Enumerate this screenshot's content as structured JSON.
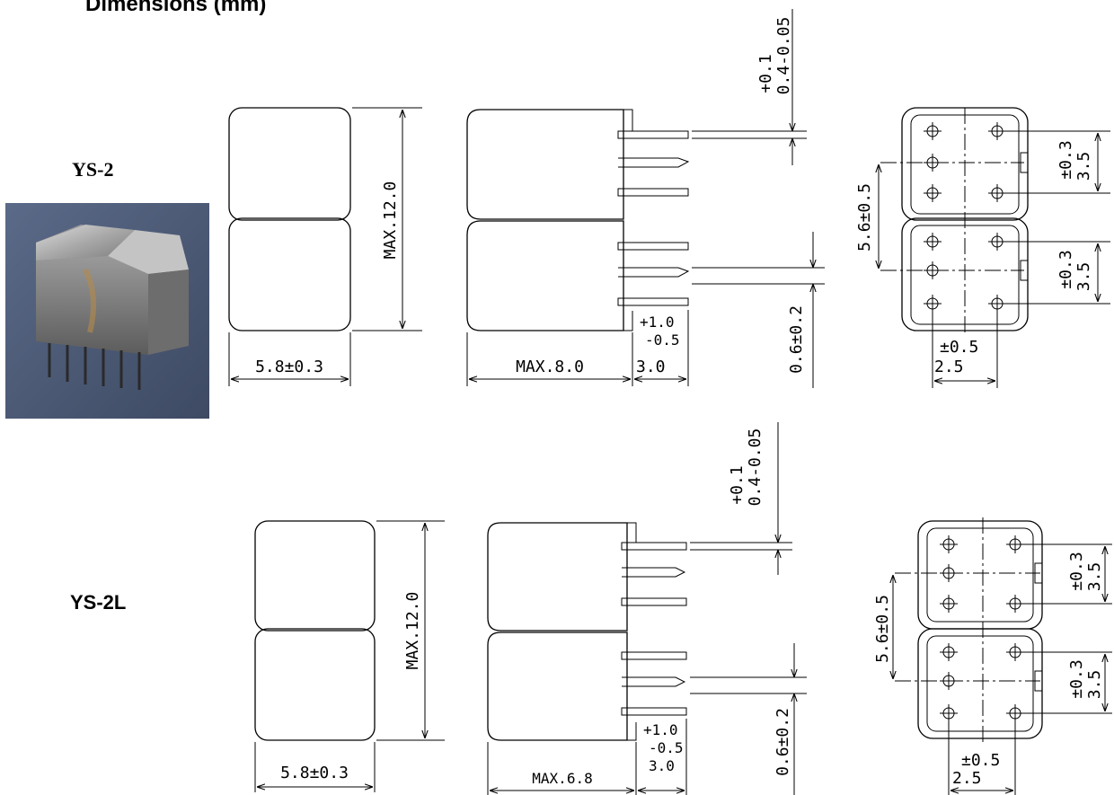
{
  "heading": "Dimensions (mm)",
  "models": [
    {
      "name": "YS-2",
      "front_width": "5.8±0.3",
      "height": "MAX.12.0",
      "side_depth": "MAX.8.0",
      "pin_tol_upper": "+1.0",
      "pin_tol_lower": "-0.5",
      "pin_length": "3.0",
      "pin_thickness_tol": "+0.1",
      "pin_thickness": "0.4-0.05",
      "pin_width": "0.6±0.2",
      "row_pitch": "5.6±0.5",
      "pin_pitch_tol": "±0.3",
      "pin_pitch": "3.5",
      "col_pitch_tol": "±0.5",
      "col_pitch": "2.5"
    },
    {
      "name": "YS-2L",
      "front_width": "5.8±0.3",
      "height": "MAX.12.0",
      "side_depth": "MAX.6.8",
      "pin_tol_upper": "+1.0",
      "pin_tol_lower": "-0.5",
      "pin_length": "3.0",
      "pin_thickness_tol": "+0.1",
      "pin_thickness": "0.4-0.05",
      "pin_width": "0.6±0.2",
      "row_pitch": "5.6±0.5",
      "pin_pitch_tol": "±0.3",
      "pin_pitch": "3.5",
      "col_pitch_tol": "±0.5",
      "col_pitch": "2.5"
    }
  ],
  "colors": {
    "line": "#000000",
    "background": "#ffffff"
  }
}
